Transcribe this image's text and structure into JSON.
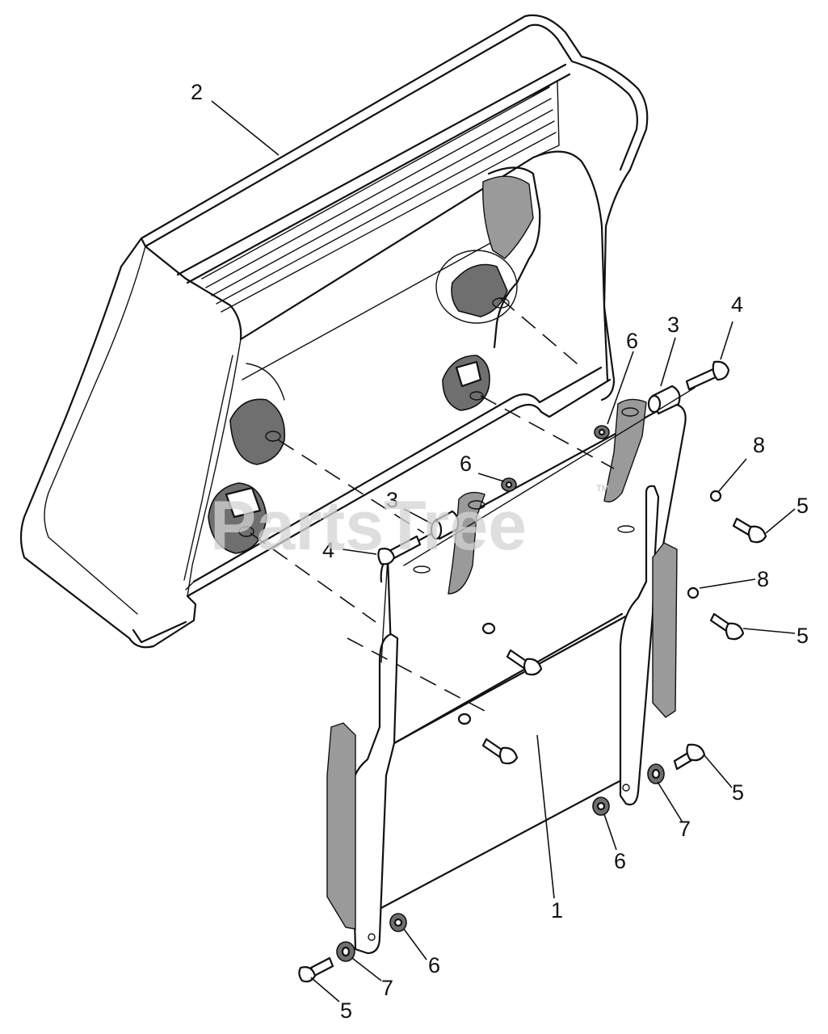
{
  "watermark": {
    "text": "PartsTree",
    "trademark": "TM"
  },
  "callouts": [
    {
      "id": "c2",
      "label": "2"
    },
    {
      "id": "c3a",
      "label": "3"
    },
    {
      "id": "c4a",
      "label": "4"
    },
    {
      "id": "c6a",
      "label": "6"
    },
    {
      "id": "c6b",
      "label": "6"
    },
    {
      "id": "c3b",
      "label": "3"
    },
    {
      "id": "c4b",
      "label": "4"
    },
    {
      "id": "c8a",
      "label": "8"
    },
    {
      "id": "c5a",
      "label": "5"
    },
    {
      "id": "c8b",
      "label": "8"
    },
    {
      "id": "c5b",
      "label": "5"
    },
    {
      "id": "c5c",
      "label": "5"
    },
    {
      "id": "c7a",
      "label": "7"
    },
    {
      "id": "c6c",
      "label": "6"
    },
    {
      "id": "c1",
      "label": "1"
    },
    {
      "id": "c6d",
      "label": "6"
    },
    {
      "id": "c7b",
      "label": "7"
    },
    {
      "id": "c5d",
      "label": "5"
    }
  ]
}
